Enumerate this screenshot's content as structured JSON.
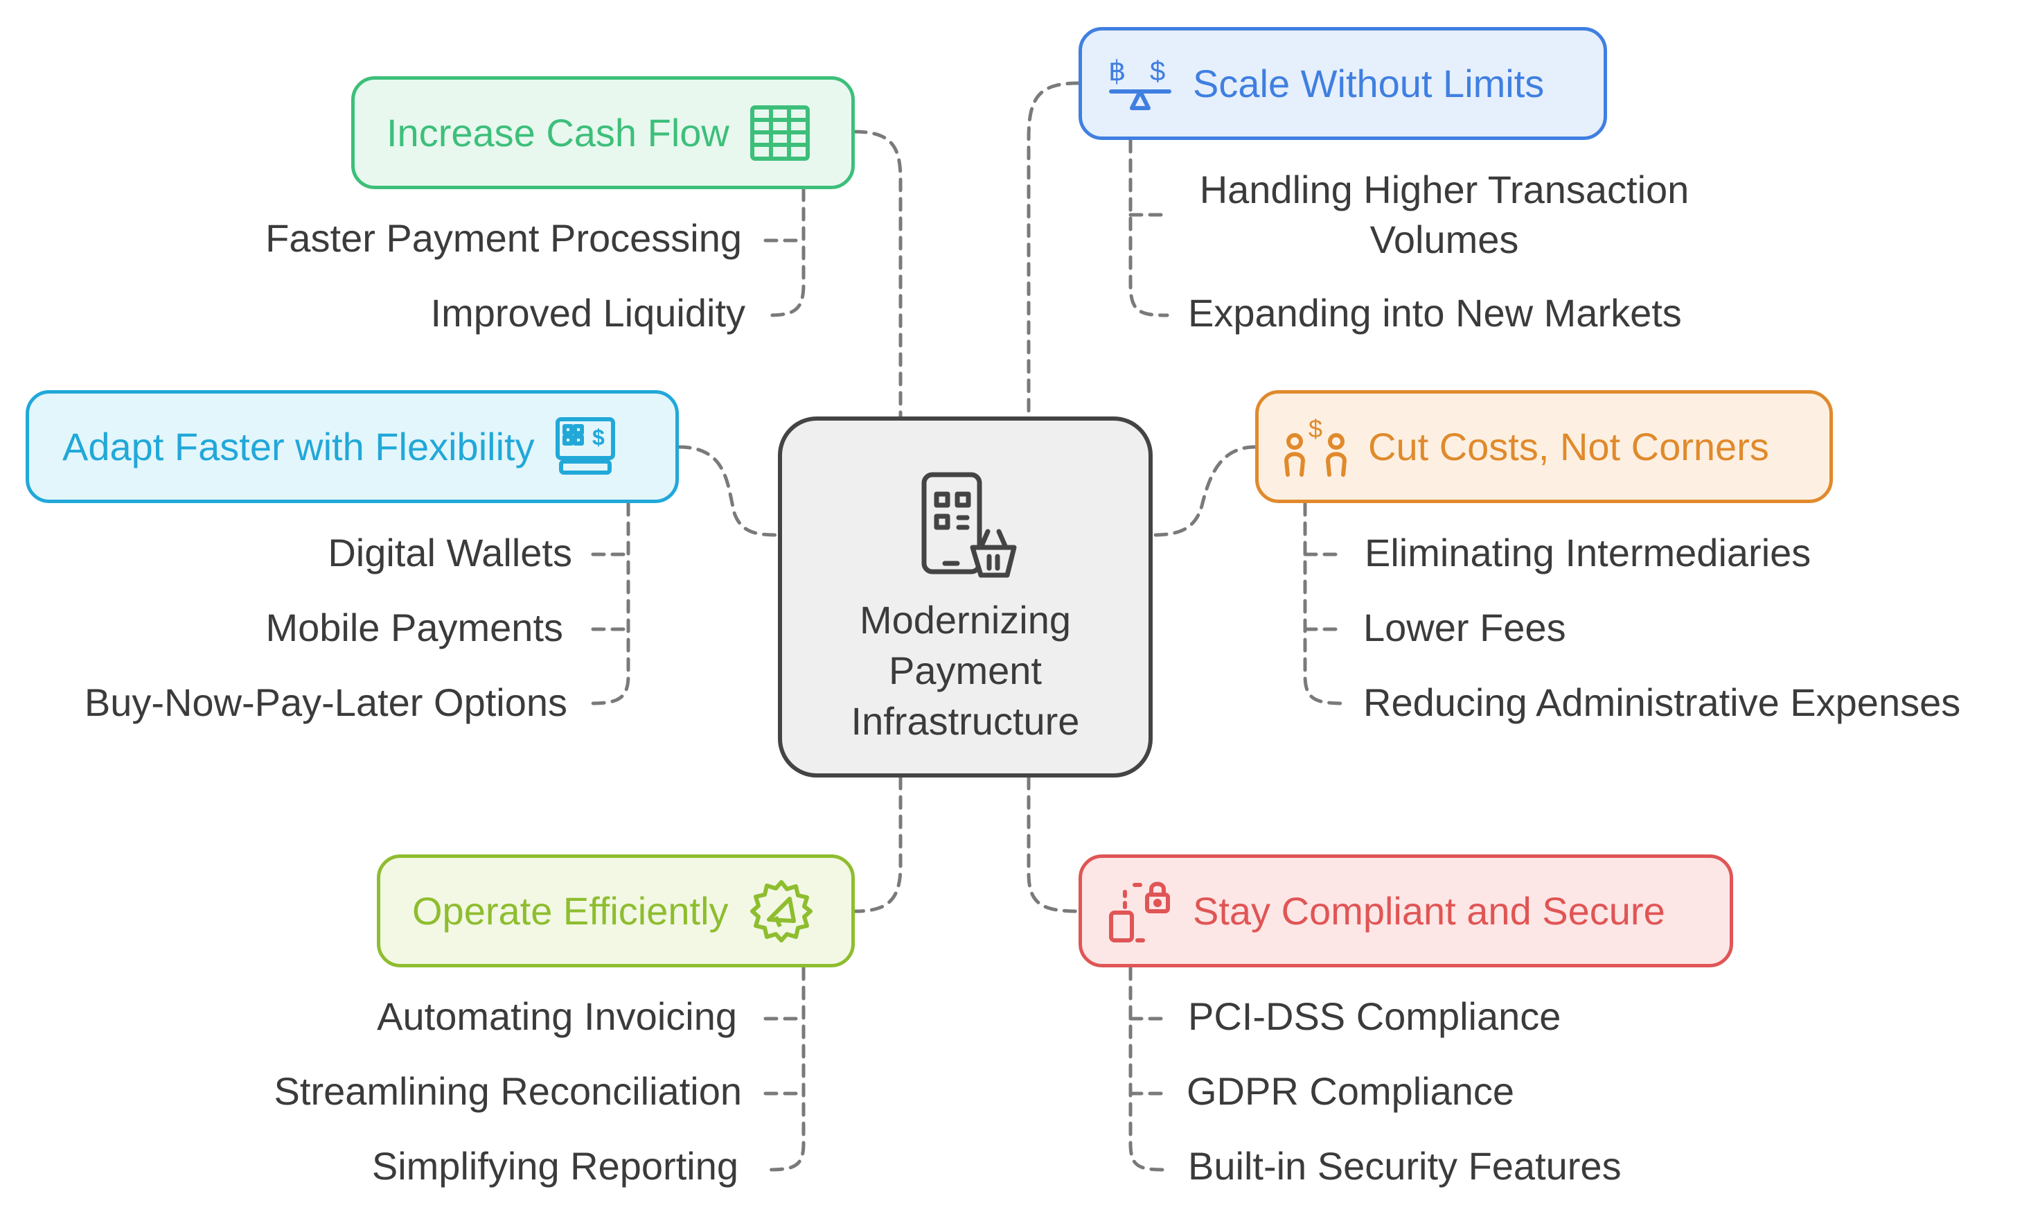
{
  "center": {
    "title": "Modernizing\nPayment\nInfrastructure",
    "icon": "mobile-qr-basket-icon"
  },
  "branches": {
    "cash_flow": {
      "label": "Increase Cash Flow",
      "icon": "spreadsheet-icon",
      "color": "#3dbf7a",
      "fill": "#e8f8ef",
      "items": [
        "Faster Payment Processing",
        "Improved Liquidity"
      ]
    },
    "flexibility": {
      "label": "Adapt Faster with Flexibility",
      "icon": "pos-terminal-icon",
      "color": "#21a8d8",
      "fill": "#e3f6fc",
      "items": [
        "Digital Wallets",
        "Mobile Payments",
        "Buy-Now-Pay-Later Options"
      ]
    },
    "efficiency": {
      "label": "Operate Efficiently",
      "icon": "gear-megaphone-icon",
      "color": "#8ebd2f",
      "fill": "#f2f8e4",
      "items": [
        "Automating Invoicing",
        "Streamlining Reconciliation",
        "Simplifying Reporting"
      ]
    },
    "scale": {
      "label": "Scale Without Limits",
      "icon": "currency-balance-icon",
      "color": "#3f7fe0",
      "fill": "#e6effc",
      "items": [
        "Handling Higher Transaction Volumes",
        "Expanding into New Markets"
      ]
    },
    "costs": {
      "label": "Cut Costs, Not Corners",
      "icon": "people-money-icon",
      "color": "#e08a2c",
      "fill": "#fdf0e2",
      "items": [
        "Eliminating Intermediaries",
        "Lower Fees",
        "Reducing Administrative Expenses"
      ]
    },
    "compliance": {
      "label": "Stay Compliant and Secure",
      "icon": "secure-lock-icon",
      "color": "#e05555",
      "fill": "#fde6e6",
      "items": [
        "PCI-DSS Compliance",
        "GDPR Compliance",
        "Built-in Security Features"
      ]
    }
  },
  "colors": {
    "connector": "#7a7a7a",
    "text": "#3b3b3b",
    "center_border": "#444444",
    "center_fill": "#efefef"
  }
}
